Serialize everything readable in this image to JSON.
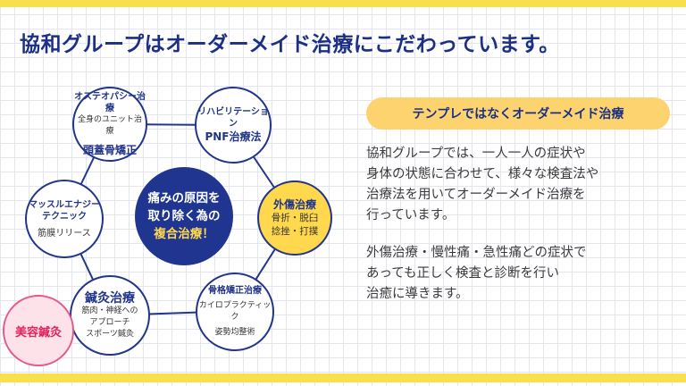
{
  "title": "協和グループはオーダーメイド治療にこだわっています。",
  "center": {
    "line1": "痛みの原因を",
    "line2": "取り除く為の",
    "accent": "複合治療！"
  },
  "treatments": {
    "osteopathy": {
      "title": "オステオパシー治療",
      "sub": "全身のユニット治療",
      "main": "頭蓋骨矯正"
    },
    "rehab": {
      "title": "リハビリテーション",
      "main": "PNF治療法"
    },
    "trauma": {
      "title": "外傷治療",
      "lines": [
        "骨折・脱臼",
        "捻挫・打撲"
      ]
    },
    "bone": {
      "title": "骨格矯正治療",
      "lines": [
        "カイロプラクティック",
        "姿勢均整術"
      ]
    },
    "acupuncture": {
      "title": "鍼灸治療",
      "lines": [
        "筋肉・神経への",
        "アプローチ",
        "スポーツ鍼灸"
      ]
    },
    "muscle": {
      "title_lines": [
        "マッスルエナジー",
        "テクニック"
      ],
      "sub": "筋膜リリース"
    }
  },
  "beauty": "美容鍼灸",
  "banner": "テンプレではなくオーダーメイド治療",
  "paragraph1": [
    "協和グループでは、一人一人の症状や",
    "身体の状態に合わせて、様々な検査法や",
    "治療法を用いてオーダーメイド治療を",
    "行っています。"
  ],
  "paragraph2": [
    "外傷治療・慢性痛・急性痛どの症状で",
    "あっても正しく検査と診断を行い",
    "治癒に導きます。"
  ],
  "colors": {
    "navy": "#1f3590",
    "yellow": "#ffd84d",
    "pink": "#e0245e",
    "band": "#f7e04c"
  }
}
